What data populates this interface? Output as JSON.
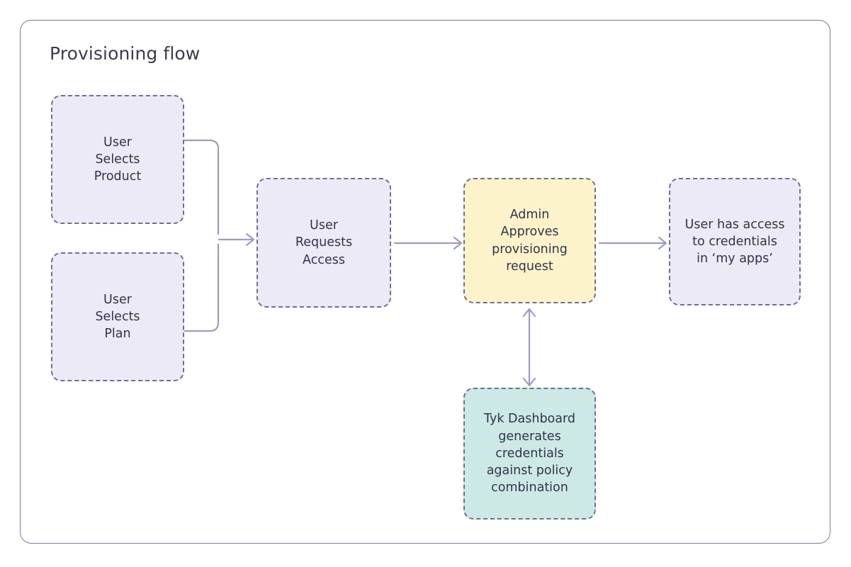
{
  "diagram": {
    "title": "Provisioning flow",
    "frame_border_color": "#7a7a9e",
    "connector_color": "#9b9cc6",
    "node_border_color": "#6e6f92",
    "text_color": "#32334a",
    "nodes": [
      {
        "id": "user-selects-product",
        "label": "User\nSelects\nProduct",
        "fill": "#eceaf7",
        "style": "lavender"
      },
      {
        "id": "user-selects-plan",
        "label": "User\nSelects\nPlan",
        "fill": "#eceaf7",
        "style": "lavender"
      },
      {
        "id": "user-requests-access",
        "label": "User\nRequests\nAccess",
        "fill": "#eceaf7",
        "style": "lavender"
      },
      {
        "id": "admin-approves",
        "label": "Admin\nApproves\nprovisioning\nrequest",
        "fill": "#fdf3cb",
        "style": "yellow"
      },
      {
        "id": "user-has-access",
        "label": "User has access\nto credentials\nin ‘my apps’",
        "fill": "#eceaf7",
        "style": "lavender"
      },
      {
        "id": "tyk-dashboard",
        "label": "Tyk Dashboard\ngenerates\ncredentials\nagainst policy\ncombination",
        "fill": "#cde9e5",
        "style": "teal"
      }
    ],
    "connectors": [
      {
        "id": "product-to-request",
        "from": "user-selects-product",
        "to": "user-requests-access",
        "direction": "one-way"
      },
      {
        "id": "plan-to-request",
        "from": "user-selects-plan",
        "to": "user-requests-access",
        "direction": "one-way"
      },
      {
        "id": "request-to-admin",
        "from": "user-requests-access",
        "to": "admin-approves",
        "direction": "one-way"
      },
      {
        "id": "admin-to-access",
        "from": "admin-approves",
        "to": "user-has-access",
        "direction": "one-way"
      },
      {
        "id": "admin-tyk-bidirectional",
        "from": "admin-approves",
        "to": "tyk-dashboard",
        "direction": "two-way"
      }
    ]
  }
}
